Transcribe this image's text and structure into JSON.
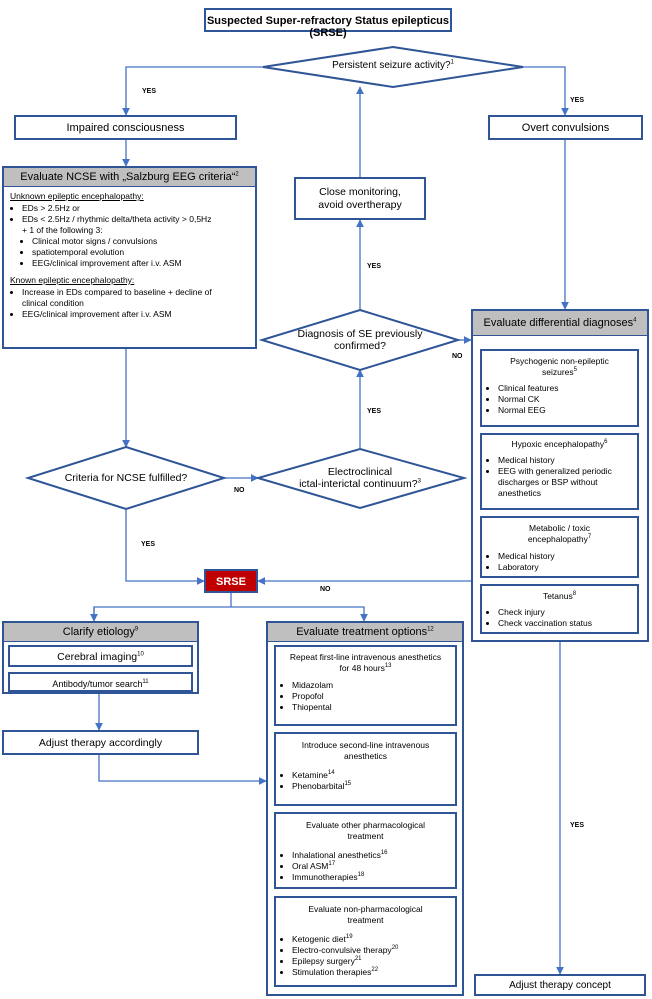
{
  "title": "Suspected Super-refractory Status epilepticus (SRSE)",
  "persistent": "Persistent seizure activity?",
  "persistent_sup": "1",
  "impaired": "Impaired consciousness",
  "overt": "Overt convulsions",
  "monitor": [
    "Close monitoring,",
    "avoid overtherapy"
  ],
  "ncse": {
    "head": "Evaluate NCSE with „Salzburg EEG criteria“",
    "head_sup": "2",
    "unknown_title": "Unknown epileptic encephalopathy:",
    "unknown": [
      "EDs > 2.5Hz or",
      "EDs < 2.5Hz / rhythmic delta/theta activity > 0,5Hz",
      "+ 1 of the following 3:"
    ],
    "sub": [
      "Clinical motor signs / convulsions",
      "spatiotemporal evolution",
      "EEG/clinical improvement after i.v. ASM"
    ],
    "known_title": "Known epileptic encephalopathy:",
    "known": [
      "Increase in EDs compared to baseline + decline of",
      "clinical condition",
      "EEG/clinical improvement after i.v. ASM"
    ]
  },
  "diag_confirmed": [
    "Diagnosis of SE previously",
    "confirmed?"
  ],
  "criteria": "Criteria for NCSE fulfilled?",
  "continuum": [
    "Electroclinical",
    "ictal-interictal continuum?"
  ],
  "continuum_sup": "3",
  "srse": "SRSE",
  "labels": {
    "yes": "YES",
    "no": "NO"
  },
  "diff": {
    "head": "Evaluate differential diagnoses",
    "head_sup": "4",
    "pnes": {
      "title": [
        "Psychogenic non-epileptic",
        "seizures"
      ],
      "sup": "5",
      "items": [
        "Clinical features",
        "Normal CK",
        "Normal EEG"
      ]
    },
    "hypoxic": {
      "title": "Hypoxic encephalopathy",
      "sup": "6",
      "items": [
        "Medical history",
        "EEG with generalized periodic",
        "discharges or  BSP without",
        "anesthetics"
      ]
    },
    "metabolic": {
      "title": [
        "Metabolic / toxic",
        "encephalopathy"
      ],
      "sup": "7",
      "items": [
        "Medical history",
        "Laboratory"
      ]
    },
    "tetanus": {
      "title": "Tetanus",
      "sup": "8",
      "items": [
        "Check injury",
        "Check vaccination status"
      ]
    }
  },
  "etiology": {
    "head": "Clarify etiology",
    "head_sup": "9",
    "imaging": "Cerebral imaging",
    "imaging_sup": "10",
    "antibody": "Antibody/tumor search",
    "antibody_sup": "11"
  },
  "adjust_accordingly": "Adjust therapy accordingly",
  "treatment": {
    "head": "Evaluate treatment options",
    "head_sup": "12",
    "first": {
      "title": [
        "Repeat first-line intravenous anesthetics",
        "for 48 hours"
      ],
      "sup": "13",
      "items": [
        "Midazolam",
        "Propofol",
        "Thiopental"
      ]
    },
    "second": {
      "title": [
        "Introduce second-line intravenous",
        "anesthetics"
      ],
      "items": [
        "Ketamine",
        "Phenobarbital"
      ],
      "sups": [
        "14",
        "15"
      ]
    },
    "pharm": {
      "title": [
        "Evaluate other pharmacological",
        "treatment"
      ],
      "items": [
        "Inhalational anesthetics",
        "Oral ASM",
        "Immunotherapies"
      ],
      "sups": [
        "16",
        "17",
        "18"
      ]
    },
    "nonpharm": {
      "title": [
        "Evaluate non-pharmacological",
        "treatment"
      ],
      "items": [
        "Ketogenic diet",
        "Electro-convulsive therapy",
        "Epilepsy surgery",
        "Stimulation therapies"
      ],
      "sups": [
        "19",
        "20",
        "21",
        "22"
      ]
    }
  },
  "adjust_concept": "Adjust therapy concept",
  "colors": {
    "line": "#4472c4",
    "border": "#2f5597",
    "srse_fill": "#c00000",
    "header_gray": "#bfbfbf"
  }
}
